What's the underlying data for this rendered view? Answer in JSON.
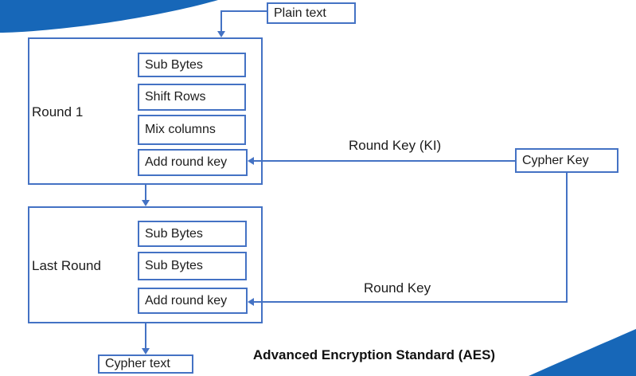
{
  "title": "Advanced Encryption Standard (AES)",
  "colors": {
    "wave_blue": "#1767b8",
    "line_blue": "#4472c4",
    "text": "#1c1c1c",
    "background": "#ffffff"
  },
  "nodes": {
    "plain_text": "Plain text",
    "cypher_key": "Cypher Key",
    "cypher_text": "Cypher text"
  },
  "round1": {
    "label": "Round 1",
    "steps": [
      "Sub Bytes",
      "Shift Rows",
      "Mix columns",
      "Add round key"
    ]
  },
  "last_round": {
    "label": "Last Round",
    "steps": [
      "Sub Bytes",
      "Sub Bytes",
      "Add round key"
    ]
  },
  "edges": {
    "round_key_ki": "Round Key (KI)",
    "round_key": "Round Key"
  }
}
